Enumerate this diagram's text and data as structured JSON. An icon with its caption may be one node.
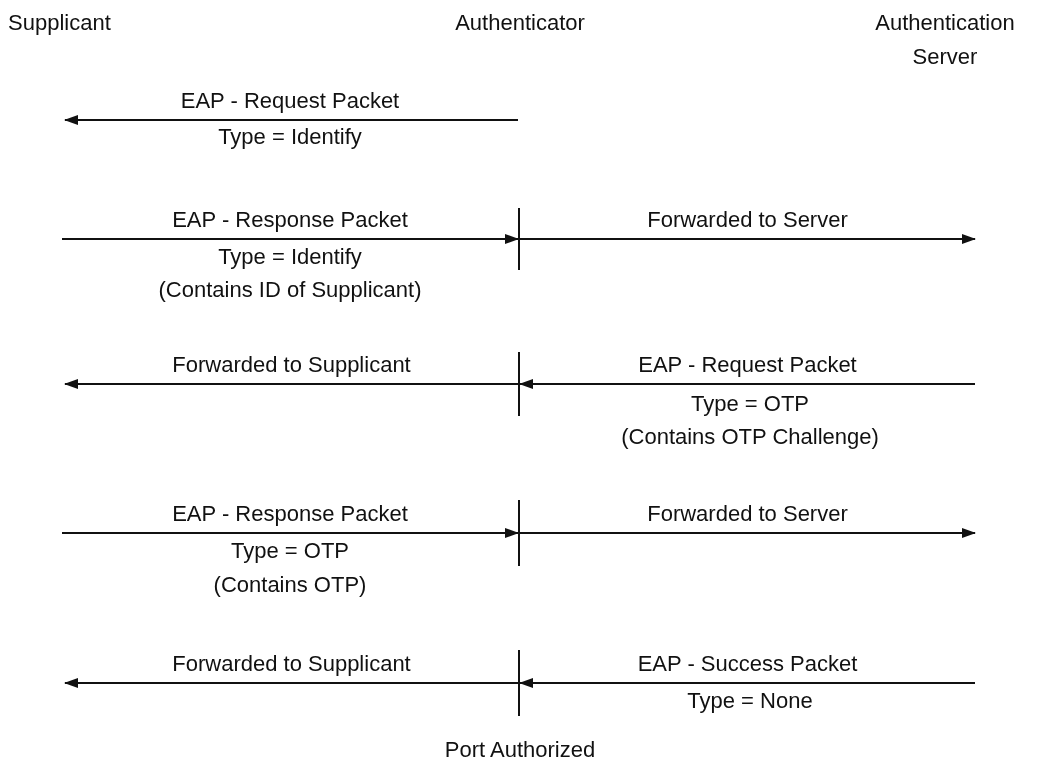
{
  "diagram": {
    "nodes": [
      {
        "text": [
          "Supplicant"
        ]
      },
      {
        "text": [
          "Authenticator"
        ]
      },
      {
        "text": [
          "Authentication Server"
        ]
      },
      {
        "text": [],
        "shape": "bar"
      },
      {
        "text": [],
        "shape": "bar"
      },
      {
        "text": [],
        "shape": "bar"
      },
      {
        "text": [],
        "shape": "bar"
      }
    ],
    "edges": [
      {
        "from": null,
        "to": 3,
        "arrow": "to",
        "label": "EAP - Response Packet"
      },
      {
        "from": 3,
        "to": null,
        "arrow": "to",
        "label": "Forwarded to Server"
      },
      {
        "from": 4,
        "to": null,
        "arrow": "to",
        "label": "Forwarded to Supplicant"
      },
      {
        "from": null,
        "to": 4,
        "arrow": "to",
        "label": "EAP - Request Packet"
      },
      {
        "from": null,
        "to": 5,
        "arrow": "to",
        "label": "EAP - Response Packet"
      },
      {
        "from": 5,
        "to": null,
        "arrow": "to",
        "label": "Forwarded to Server"
      },
      {
        "from": 6,
        "to": null,
        "arrow": "to",
        "label": "Forwarded to Supplicant"
      },
      {
        "from": null,
        "to": 6,
        "arrow": "to",
        "label": "EAP - Success Packet"
      }
    ],
    "labels": [
      "EAP - Request Packet",
      "Type = Identify",
      "Type = Identify",
      "(Contains ID of Supplicant)",
      "Type = OTP",
      "(Contains OTP Challenge)",
      "Type = OTP",
      "(Contains OTP)",
      "Type = None",
      "Port Authorized"
    ]
  }
}
